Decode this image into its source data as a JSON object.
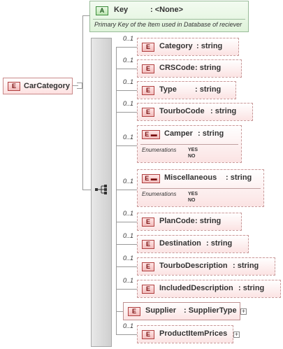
{
  "root": {
    "badge": "E",
    "name": "CarCategory"
  },
  "attribute": {
    "badge": "A",
    "name": "Key",
    "type": ": <None>",
    "doc": "Primary Key of the Item used in Database of reciever"
  },
  "children": [
    {
      "badge": "E",
      "occurrence": "0..1",
      "name": "Category",
      "type": ": string"
    },
    {
      "badge": "E",
      "occurrence": "0..1",
      "name": "CRSCode",
      "type": ": string"
    },
    {
      "badge": "E",
      "occurrence": "0..1",
      "name": "Type",
      "type": ": string"
    },
    {
      "badge": "E",
      "occurrence": "0..1",
      "name": "TourboCode",
      "type": ": string"
    },
    {
      "badge": "E",
      "occurrence": "0..1",
      "name": "Camper",
      "type": ": string",
      "enum_label": "Enumerations",
      "enum_values": [
        "YES",
        "NO"
      ]
    },
    {
      "badge": "E",
      "occurrence": "0..1",
      "name": "Miscellaneous",
      "type": ": string",
      "enum_label": "Enumerations",
      "enum_values": [
        "YES",
        "NO"
      ]
    },
    {
      "badge": "E",
      "occurrence": "0..1",
      "name": "PlanCode",
      "type": ": string"
    },
    {
      "badge": "E",
      "occurrence": "0..1",
      "name": "Destination",
      "type": ": string"
    },
    {
      "badge": "E",
      "occurrence": "0..1",
      "name": "TourboDescription",
      "type": ": string"
    },
    {
      "badge": "E",
      "occurrence": "0..1",
      "name": "IncludedDescription",
      "type": ": string"
    },
    {
      "badge": "E",
      "occurrence": "",
      "name": "Supplier",
      "type": ": SupplierType"
    },
    {
      "badge": "E",
      "occurrence": "0..1",
      "name": "ProductItemPrices",
      "type": ""
    }
  ],
  "icons": {
    "sequence": "sequence-compositor-icon",
    "expand": "plus-icon"
  },
  "colors": {
    "element_fill": "#fbe3e3",
    "element_border": "#c89a9a",
    "attribute_fill": "#dff3da",
    "attribute_border": "#99bb99"
  }
}
